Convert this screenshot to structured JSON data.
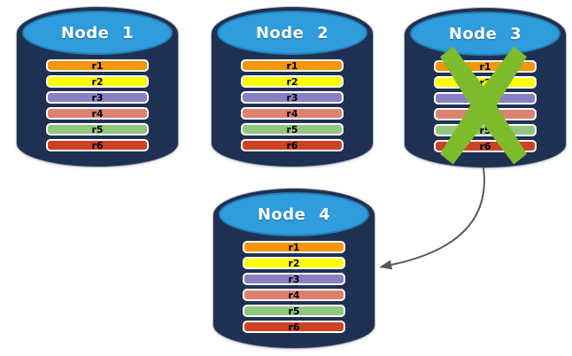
{
  "diagram": {
    "background": "#ffffff",
    "colors": {
      "cylinder_body": "#1F3153",
      "cylinder_top": "#2F9CDB",
      "title_text": "#FFFFFF",
      "bar_text": "#000000",
      "bar_border": "#FFFFFF",
      "cross": "#7DBB2C",
      "arrow": "#595959"
    },
    "replicas": [
      {
        "label": "r1",
        "color": "#F79508"
      },
      {
        "label": "r2",
        "color": "#FFFF00"
      },
      {
        "label": "r3",
        "color": "#8A7EC4"
      },
      {
        "label": "r4",
        "color": "#DE8170"
      },
      {
        "label": "r5",
        "color": "#92C67E"
      },
      {
        "label": "r6",
        "color": "#CB4226"
      }
    ],
    "nodes": [
      {
        "title": "Node 1",
        "failed": false
      },
      {
        "title": "Node 2",
        "failed": false
      },
      {
        "title": "Node 3",
        "failed": true
      },
      {
        "title": "Node 4",
        "failed": false
      }
    ],
    "annotations": {
      "failure_cross_on": "Node 3",
      "arrow": {
        "from": "Node 3",
        "to": "Node 4"
      }
    }
  }
}
